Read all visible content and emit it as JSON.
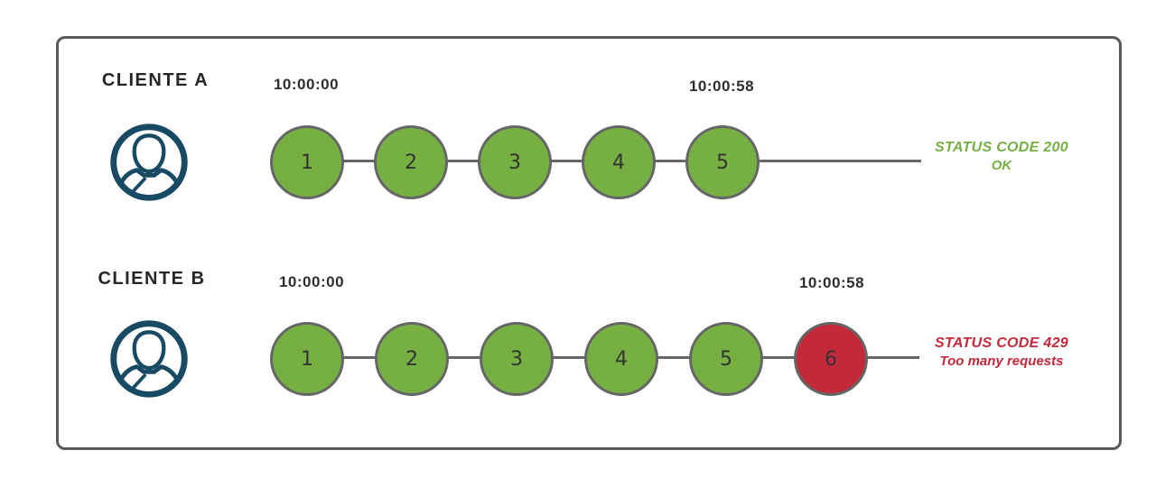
{
  "figure": {
    "rows": [
      {
        "client_label": "CLIENTE A",
        "start_time": "10:00:00",
        "end_time": "10:00:58",
        "requests": [
          {
            "label": "1",
            "state": "ok"
          },
          {
            "label": "2",
            "state": "ok"
          },
          {
            "label": "3",
            "state": "ok"
          },
          {
            "label": "4",
            "state": "ok"
          },
          {
            "label": "5",
            "state": "ok"
          }
        ],
        "status_code_text": "STATUS CODE 200",
        "status_message": "OK"
      },
      {
        "client_label": "CLIENTE B",
        "start_time": "10:00:00",
        "end_time": "10:00:58",
        "requests": [
          {
            "label": "1",
            "state": "ok"
          },
          {
            "label": "2",
            "state": "ok"
          },
          {
            "label": "3",
            "state": "ok"
          },
          {
            "label": "4",
            "state": "ok"
          },
          {
            "label": "5",
            "state": "ok"
          },
          {
            "label": "6",
            "state": "error"
          }
        ],
        "status_code_text": "STATUS CODE 429",
        "status_message": "Too many requests"
      }
    ],
    "colors": {
      "request_ok": "#76b043",
      "request_error": "#c4293a",
      "status_ok_text": "#76b043",
      "status_error_text": "#c4293a",
      "avatar_stroke": "#184a64",
      "line": "#666666",
      "frame_border": "#595959"
    }
  }
}
